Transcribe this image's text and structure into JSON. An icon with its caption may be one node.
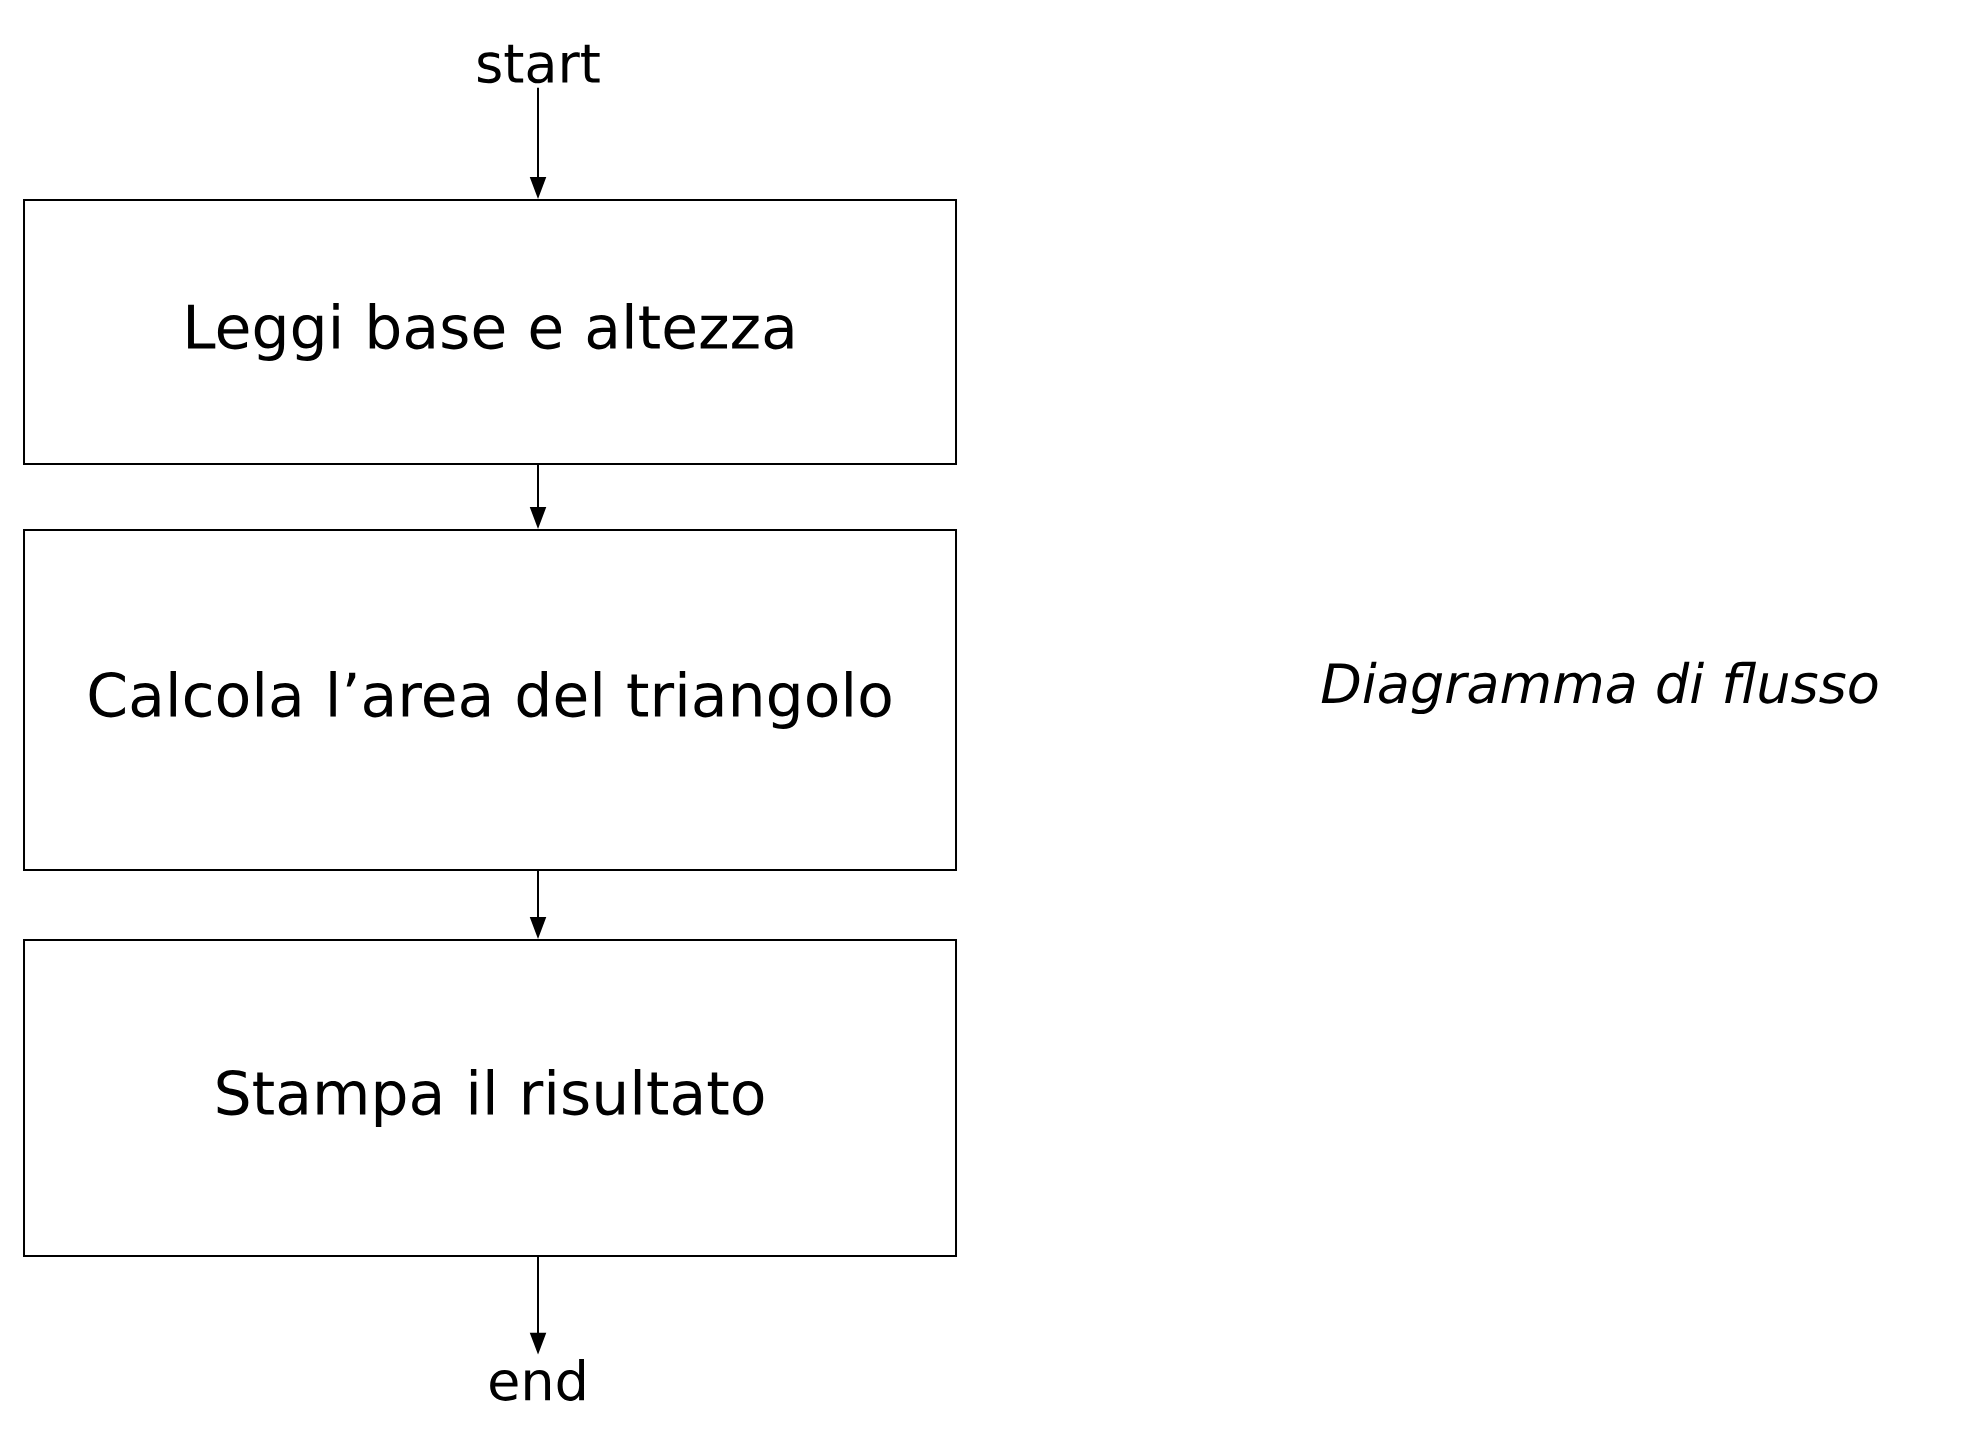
{
  "diagram": {
    "nodes": [
      {
        "text": [
          "start"
        ]
      },
      {
        "text": [
          "Leggi base e altezza"
        ]
      },
      {
        "text": [
          "Calcola l’area del triangolo"
        ]
      },
      {
        "text": [
          "Stampa il risultato"
        ]
      },
      {
        "text": [
          "end"
        ]
      }
    ],
    "edges": [
      {
        "from": 0,
        "to": 1,
        "arrow": "to"
      },
      {
        "from": 1,
        "to": 2,
        "arrow": "to"
      },
      {
        "from": 2,
        "to": 3,
        "arrow": "to"
      },
      {
        "from": 3,
        "to": 4,
        "arrow": "to"
      }
    ],
    "labels": [
      "Diagramma di flusso"
    ]
  }
}
